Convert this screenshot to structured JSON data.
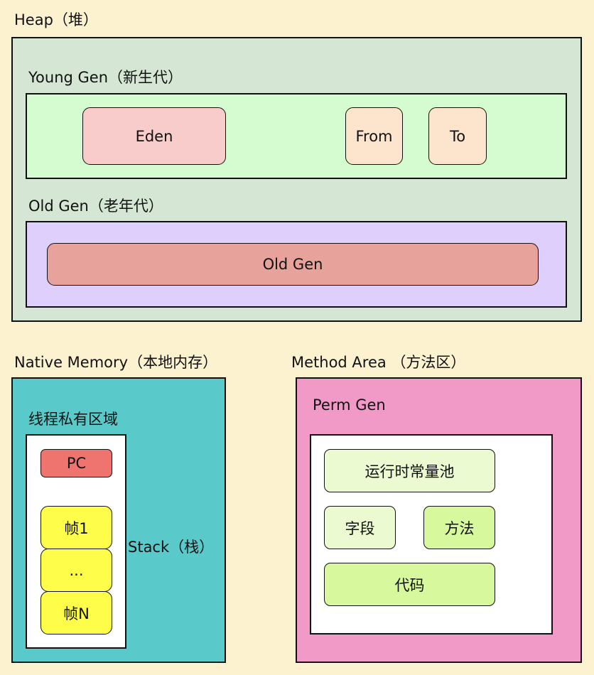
{
  "colors": {
    "page_bg": "#fdf2cf",
    "heap_bg": "#d5e7d4",
    "young_bg": "#d5fcd0",
    "eden": "#f8ccca",
    "survivor": "#fde4cd",
    "old_area_bg": "#dfcffc",
    "old_gen_box": "#e6a29b",
    "native_bg": "#5ac9c9",
    "pc": "#ef7470",
    "frame": "#fdfd4a",
    "method_bg": "#f19ac7",
    "perm_inner_bg": "#ffffff",
    "pool": "#ecfad2",
    "method_box": "#d8f89e"
  },
  "heap": {
    "title": "Heap（堆）",
    "young": {
      "title": "Young Gen（新生代）",
      "eden": "Eden",
      "from": "From",
      "to": "To"
    },
    "old": {
      "title": "Old Gen（老年代）",
      "box": "Old Gen"
    }
  },
  "native": {
    "title": "Native Memory（本地内存）",
    "thread_title": "线程私有区域",
    "pc": "PC",
    "frames": [
      "帧1",
      "...",
      "帧N"
    ],
    "stack_label": "Stack（栈）"
  },
  "method_area": {
    "title": "Method Area （方法区）",
    "perm_title": "Perm Gen",
    "constant_pool": "运行时常量池",
    "field": "字段",
    "method": "方法",
    "code": "代码"
  }
}
